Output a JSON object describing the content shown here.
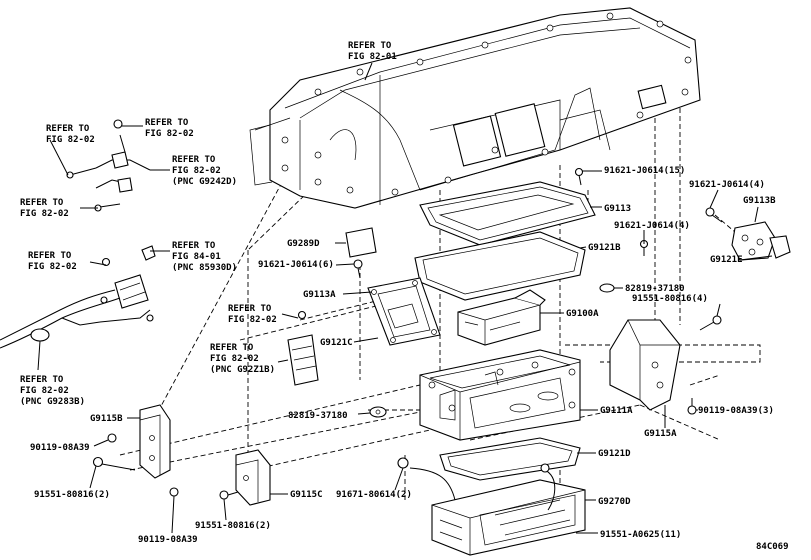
{
  "callouts": {
    "refer_fig82_01_top": [
      "REFER TO",
      "FIG 82-01"
    ],
    "refer_fig82_02_a": [
      "REFER TO",
      "FIG 82-02"
    ],
    "refer_fig82_02_b": [
      "REFER TO",
      "FIG 82-02"
    ],
    "refer_fig82_02_c": [
      "REFER TO",
      "FIG 82-02",
      "(PNC G9242D)"
    ],
    "refer_fig82_02_d": [
      "REFER TO",
      "FIG 82-02"
    ],
    "refer_fig82_02_e": [
      "REFER TO",
      "FIG 82-02"
    ],
    "refer_fig84_01": [
      "REFER TO",
      "FIG 84-01",
      "(PNC 85930D)"
    ],
    "refer_fig82_02_f": [
      "REFER TO",
      "FIG 82-02"
    ],
    "refer_fig82_02_g": [
      "REFER TO",
      "FIG 82-02",
      "(PNC G92Z1B)"
    ],
    "refer_fig82_02_h": [
      "REFER TO",
      "FIG 82-02",
      "(PNC G9283B)"
    ]
  },
  "parts": {
    "p91621_15": "91621-J0614(15)",
    "g9113": "G9113",
    "p91621_4a": "91621-J0614(4)",
    "g9121b": "G9121B",
    "p91621_4b": "91621-J0614(4)",
    "g9113b": "G9113B",
    "g9121e": "G9121E",
    "g9289d": "G9289D",
    "p91621_6": "91621-J0614(6)",
    "p82819_a": "82819-37180",
    "g9113a": "G9113A",
    "g9100a": "G9100A",
    "p91551_4": "91551-80816(4)",
    "g9121c": "G9121C",
    "p82819_b": "82819-37180",
    "g9111a": "G9111A",
    "p90119_3": "90119-08A39(3)",
    "g9115a": "G9115A",
    "g9115b": "G9115B",
    "p90119_a": "90119-08A39",
    "g9121d": "G9121D",
    "g9270d": "G9270D",
    "p91551_2a": "91551-80816(2)",
    "g9115c": "G9115C",
    "p91671_2": "91671-80614(2)",
    "p91551_2b": "91551-80816(2)",
    "p90119_b": "90119-08A39",
    "p91551_11": "91551-A0625(11)",
    "figure_code": "84C069"
  }
}
